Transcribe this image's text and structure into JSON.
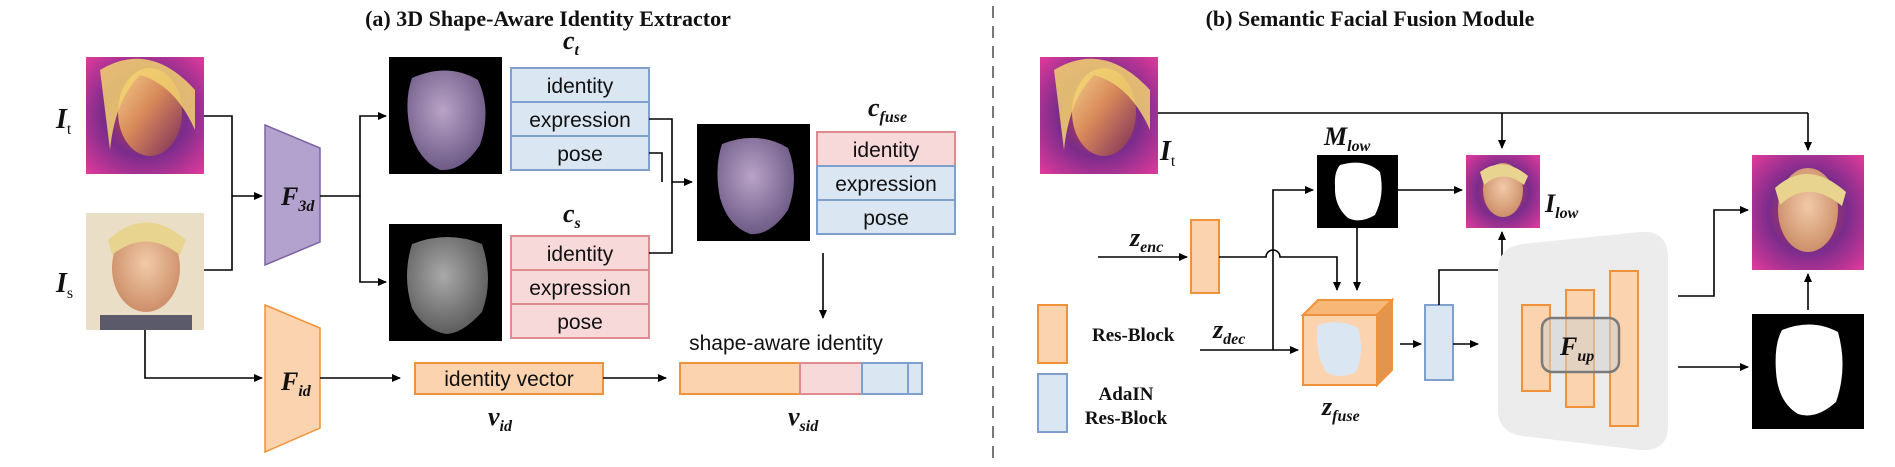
{
  "titles": {
    "left": "(a) 3D Shape-Aware Identity Extractor",
    "right": "(b) Semantic Facial Fusion Module"
  },
  "symbols": {
    "it": {
      "main": "I",
      "sub": "t"
    },
    "is": {
      "main": "I",
      "sub": "s"
    },
    "f3d": {
      "main": "F",
      "sub": "3d"
    },
    "fid": {
      "main": "F",
      "sub": "id"
    },
    "ct": {
      "main": "c",
      "sub": "t"
    },
    "cs": {
      "main": "c",
      "sub": "s"
    },
    "cfuse": {
      "main": "c",
      "sub": "fuse"
    },
    "vid": {
      "main": "v",
      "sub": "id"
    },
    "vsid": {
      "main": "v",
      "sub": "sid"
    },
    "mlow": {
      "main": "M",
      "sub": "low"
    },
    "ilow": {
      "main": "I",
      "sub": "low"
    },
    "zenc": {
      "main": "z",
      "sub": "enc"
    },
    "zdec": {
      "main": "z",
      "sub": "dec"
    },
    "zfuse": {
      "main": "z",
      "sub": "fuse"
    },
    "fup": {
      "main": "F",
      "sub": "up"
    }
  },
  "coeff_rows": {
    "identity": "identity",
    "expression": "expression",
    "pose": "pose"
  },
  "labels": {
    "identity_vector": "identity vector",
    "shape_aware_identity": "shape-aware identity"
  },
  "legend": {
    "res_block": "Res-Block",
    "adain_line1": "AdaIN",
    "adain_line2": "Res-Block"
  },
  "colors": {
    "orange_fill": "#fbd3ae",
    "orange_stroke": "#f0923a",
    "blue_fill": "#dbe6f3",
    "blue_stroke": "#7f9fcc",
    "pink_fill": "#f7d9da",
    "pink_stroke": "#df8c90",
    "purple_fill": "#b3a2cd",
    "purple_stroke": "#7c64a4"
  }
}
